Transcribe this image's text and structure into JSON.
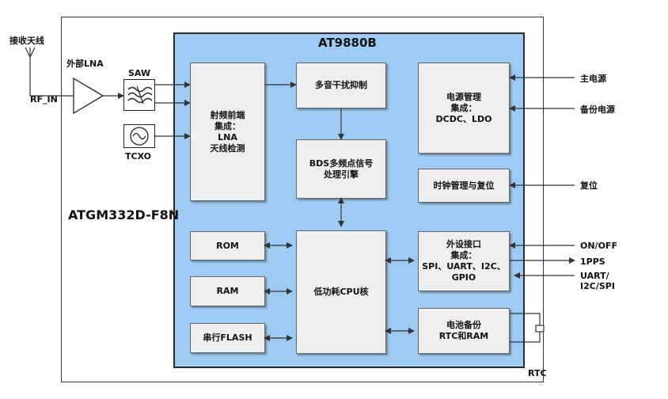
{
  "module_name": "ATGM332D-F8N",
  "chip_name": "AT9880B",
  "antenna_label": "接收天线",
  "rf_in_label": "RF_IN",
  "lna_label": "外部LNA",
  "saw_label": "SAW",
  "tcxo_label": "TCXO",
  "blocks": {
    "rf_frontend": "射频前端\n集成：\nLNA\n天线检测",
    "interference": "多音干扰抑制",
    "bds_engine": "BDS多频点信号\n处理引擎",
    "power_mgmt": "电源管理\n集成：\nDCDC、LDO",
    "clock_reset": "时钟管理与复位",
    "peripheral": "外设接口\n集成：\nSPI、UART、I2C、\nGPIO",
    "battery_backup": "电池备份\nRTC和RAM",
    "rom": "ROM",
    "ram": "RAM",
    "serial_flash": "串行FLASH",
    "cpu": "低功耗CPU核"
  },
  "external_signals": {
    "main_power": "主电源",
    "backup_power": "备份电源",
    "reset": "复位",
    "on_off": "ON/OFF",
    "pps": "1PPS",
    "uart": "UART/\nI2C/SPI",
    "rtc": "RTC"
  }
}
